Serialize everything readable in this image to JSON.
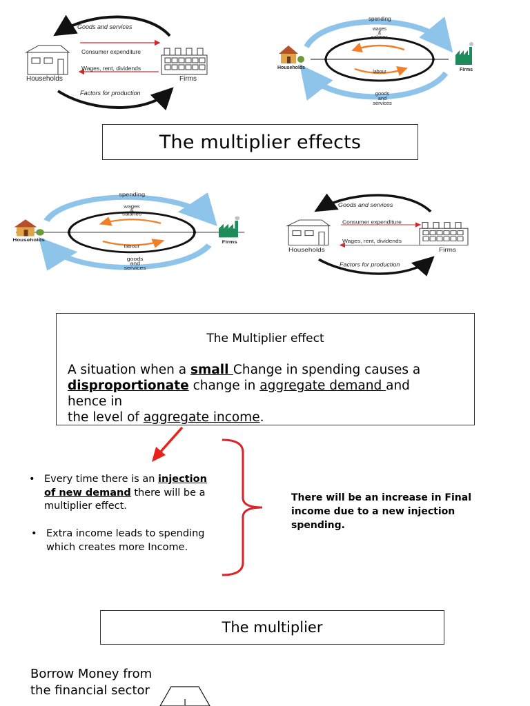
{
  "diagram_a": {
    "top_arrow_label": "Goods and services",
    "inner_top_label": "Consumer expenditure",
    "inner_bottom_label": "Wages, rent, dividends",
    "bottom_arrow_label": "Factors for production",
    "left_label": "Households",
    "right_label": "Firms"
  },
  "diagram_b": {
    "top_label": "spending",
    "inner_top_line1": "wages",
    "inner_top_line2": "&",
    "inner_top_line3": "salaries",
    "inner_bottom_label": "labour",
    "bottom_line1": "goods",
    "bottom_line2": "and",
    "bottom_line3": "services",
    "left_label": "Households",
    "right_label": "Firms"
  },
  "title1": "The multiplier effects",
  "definition": {
    "heading": "The Multiplier effect",
    "p1": "A situation when a ",
    "small": "small ",
    "p2": "Change in spending causes a",
    "disproportionate": "disproportionate",
    "p3": " change in ",
    "aggregate_demand": "aggregate demand ",
    "p4": "and hence in",
    "p5": "the level of ",
    "aggregate_income": "aggregate income",
    "p6": "."
  },
  "bullets": {
    "b1_a": "Every time there is an ",
    "b1_injection": "injection",
    "b1_new_demand": "of new demand",
    "b1_b": " there will be a",
    "b1_c": "multiplier effect.",
    "b2_a": "Extra income leads to spending",
    "b2_b": "which creates more Income."
  },
  "note": {
    "line1": "There will be an increase in Final",
    "line2": "income due to a new injection",
    "line3": "spending."
  },
  "title2": "The multiplier",
  "borrow": {
    "line1": "Borrow Money from",
    "line2": "the financial sector"
  },
  "shape_letter": "I",
  "colors": {
    "arrow_red": "#e8211b",
    "brace_red": "#d8232a",
    "sky_blue": "#8ec3ea",
    "orange": "#f07f27",
    "firm_green": "#1d8a5a"
  }
}
